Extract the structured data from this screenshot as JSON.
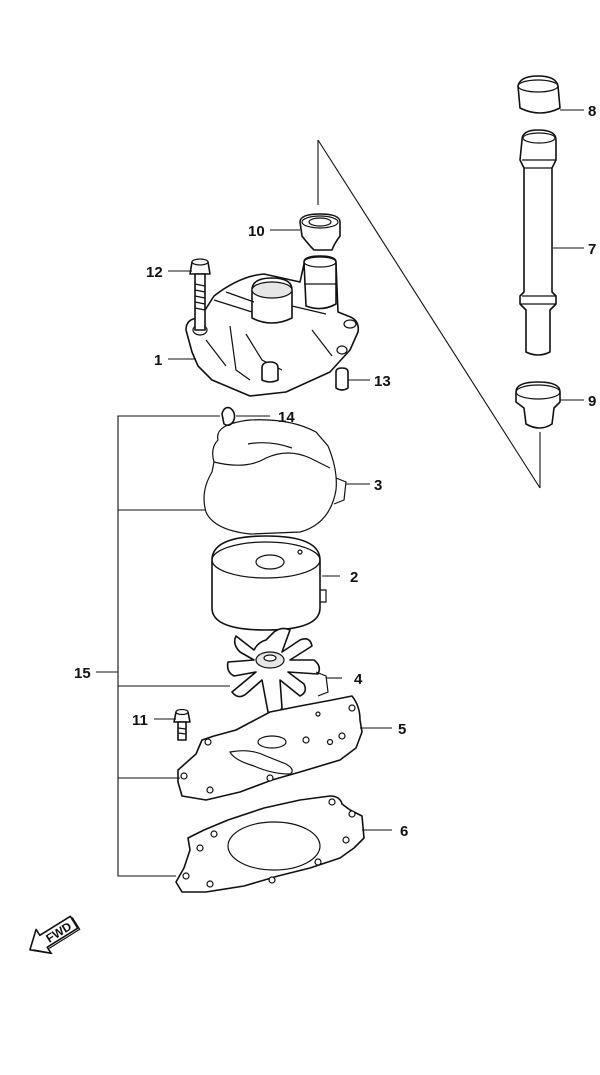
{
  "diagram": {
    "callouts": {
      "c1": "1",
      "c2": "2",
      "c3": "3",
      "c4": "4",
      "c5": "5",
      "c6": "6",
      "c7": "7",
      "c8": "8",
      "c9": "9",
      "c10": "10",
      "c11": "11",
      "c12": "12",
      "c13": "13",
      "c14": "14",
      "c15": "15"
    },
    "fwd_label": "FWD"
  }
}
